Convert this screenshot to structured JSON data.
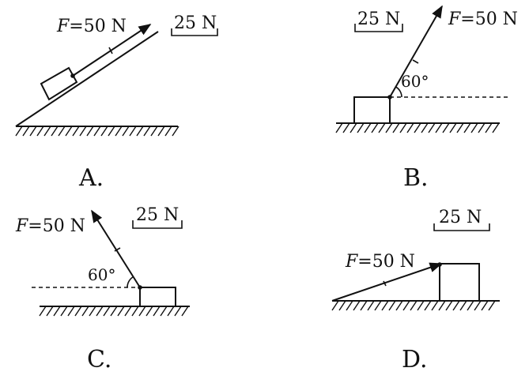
{
  "panels": {
    "A": {
      "option_label": "A.",
      "force_label_var": "F",
      "force_label_rest": "=50 N",
      "scale_label": "25 N"
    },
    "B": {
      "option_label": "B.",
      "force_label_var": "F",
      "force_label_rest": "=50 N",
      "scale_label": "25 N",
      "angle_label": "60°"
    },
    "C": {
      "option_label": "C.",
      "force_label_var": "F",
      "force_label_rest": "=50 N",
      "scale_label": "25 N",
      "angle_label": "60°"
    },
    "D": {
      "option_label": "D.",
      "force_label_var": "F",
      "force_label_rest": "=50 N",
      "scale_label": "25 N"
    }
  },
  "colors": {
    "ink": "#111111",
    "background": "#ffffff"
  }
}
